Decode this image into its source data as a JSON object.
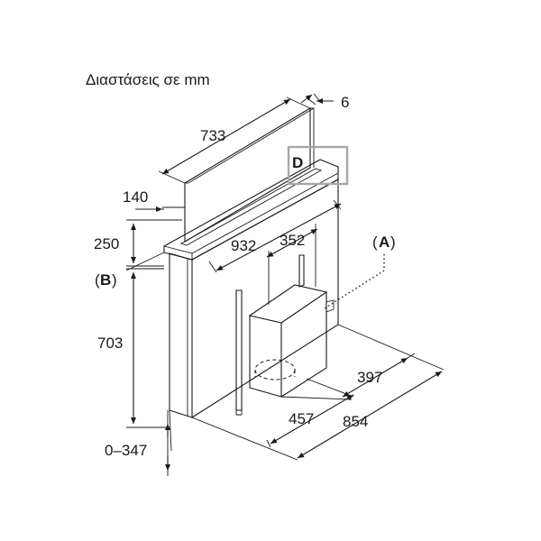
{
  "title": "Διαστάσεις σε mm",
  "dimensions": {
    "glass_thickness": "6",
    "glass_width": "733",
    "depth_top": "140",
    "glass_height": "250",
    "body_width": "932",
    "motor_width": "352",
    "body_height": "703",
    "adjustable_range": "0–347",
    "motor_depth": "397",
    "base_width": "457",
    "total_depth": "854"
  },
  "labels": {
    "a": "A",
    "b": "B",
    "d": "D"
  },
  "colors": {
    "line": "#1a1a1a",
    "highlight": "#a8a8a8",
    "background": "#ffffff"
  }
}
